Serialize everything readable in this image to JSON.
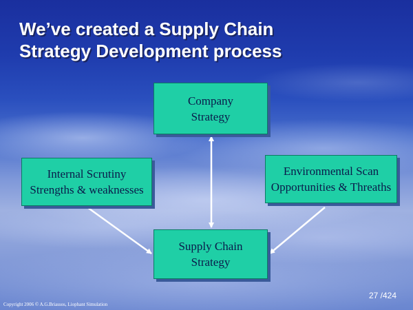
{
  "slide": {
    "title_line1": "We’ve created a Supply Chain",
    "title_line2": "Strategy Development process",
    "page_number": "27 /424",
    "copyright": "Copyright 2006 © A.G.Briassos, Liophant Simulation"
  },
  "diagram": {
    "nodes": {
      "company_strategy": {
        "line1": "Company",
        "line2": "Strategy"
      },
      "internal_scrutiny": {
        "line1": "Internal Scrutiny",
        "line2": "Strengths & weaknesses"
      },
      "environmental_scan": {
        "line1": "Environmental Scan",
        "line2": "Opportunities & Threaths"
      },
      "supply_chain_strategy": {
        "line1": "Supply Chain",
        "line2": "Strategy"
      }
    },
    "edges": [
      {
        "from": "company_strategy",
        "to": "supply_chain_strategy",
        "direction": "both"
      },
      {
        "from": "internal_scrutiny",
        "to": "supply_chain_strategy",
        "direction": "forward"
      },
      {
        "from": "environmental_scan",
        "to": "supply_chain_strategy",
        "direction": "forward"
      }
    ]
  },
  "colors": {
    "box_fill": "#1fcfa6",
    "box_text": "#0a1a4a",
    "arrow": "#ffffff",
    "title_text": "#ffffff"
  }
}
